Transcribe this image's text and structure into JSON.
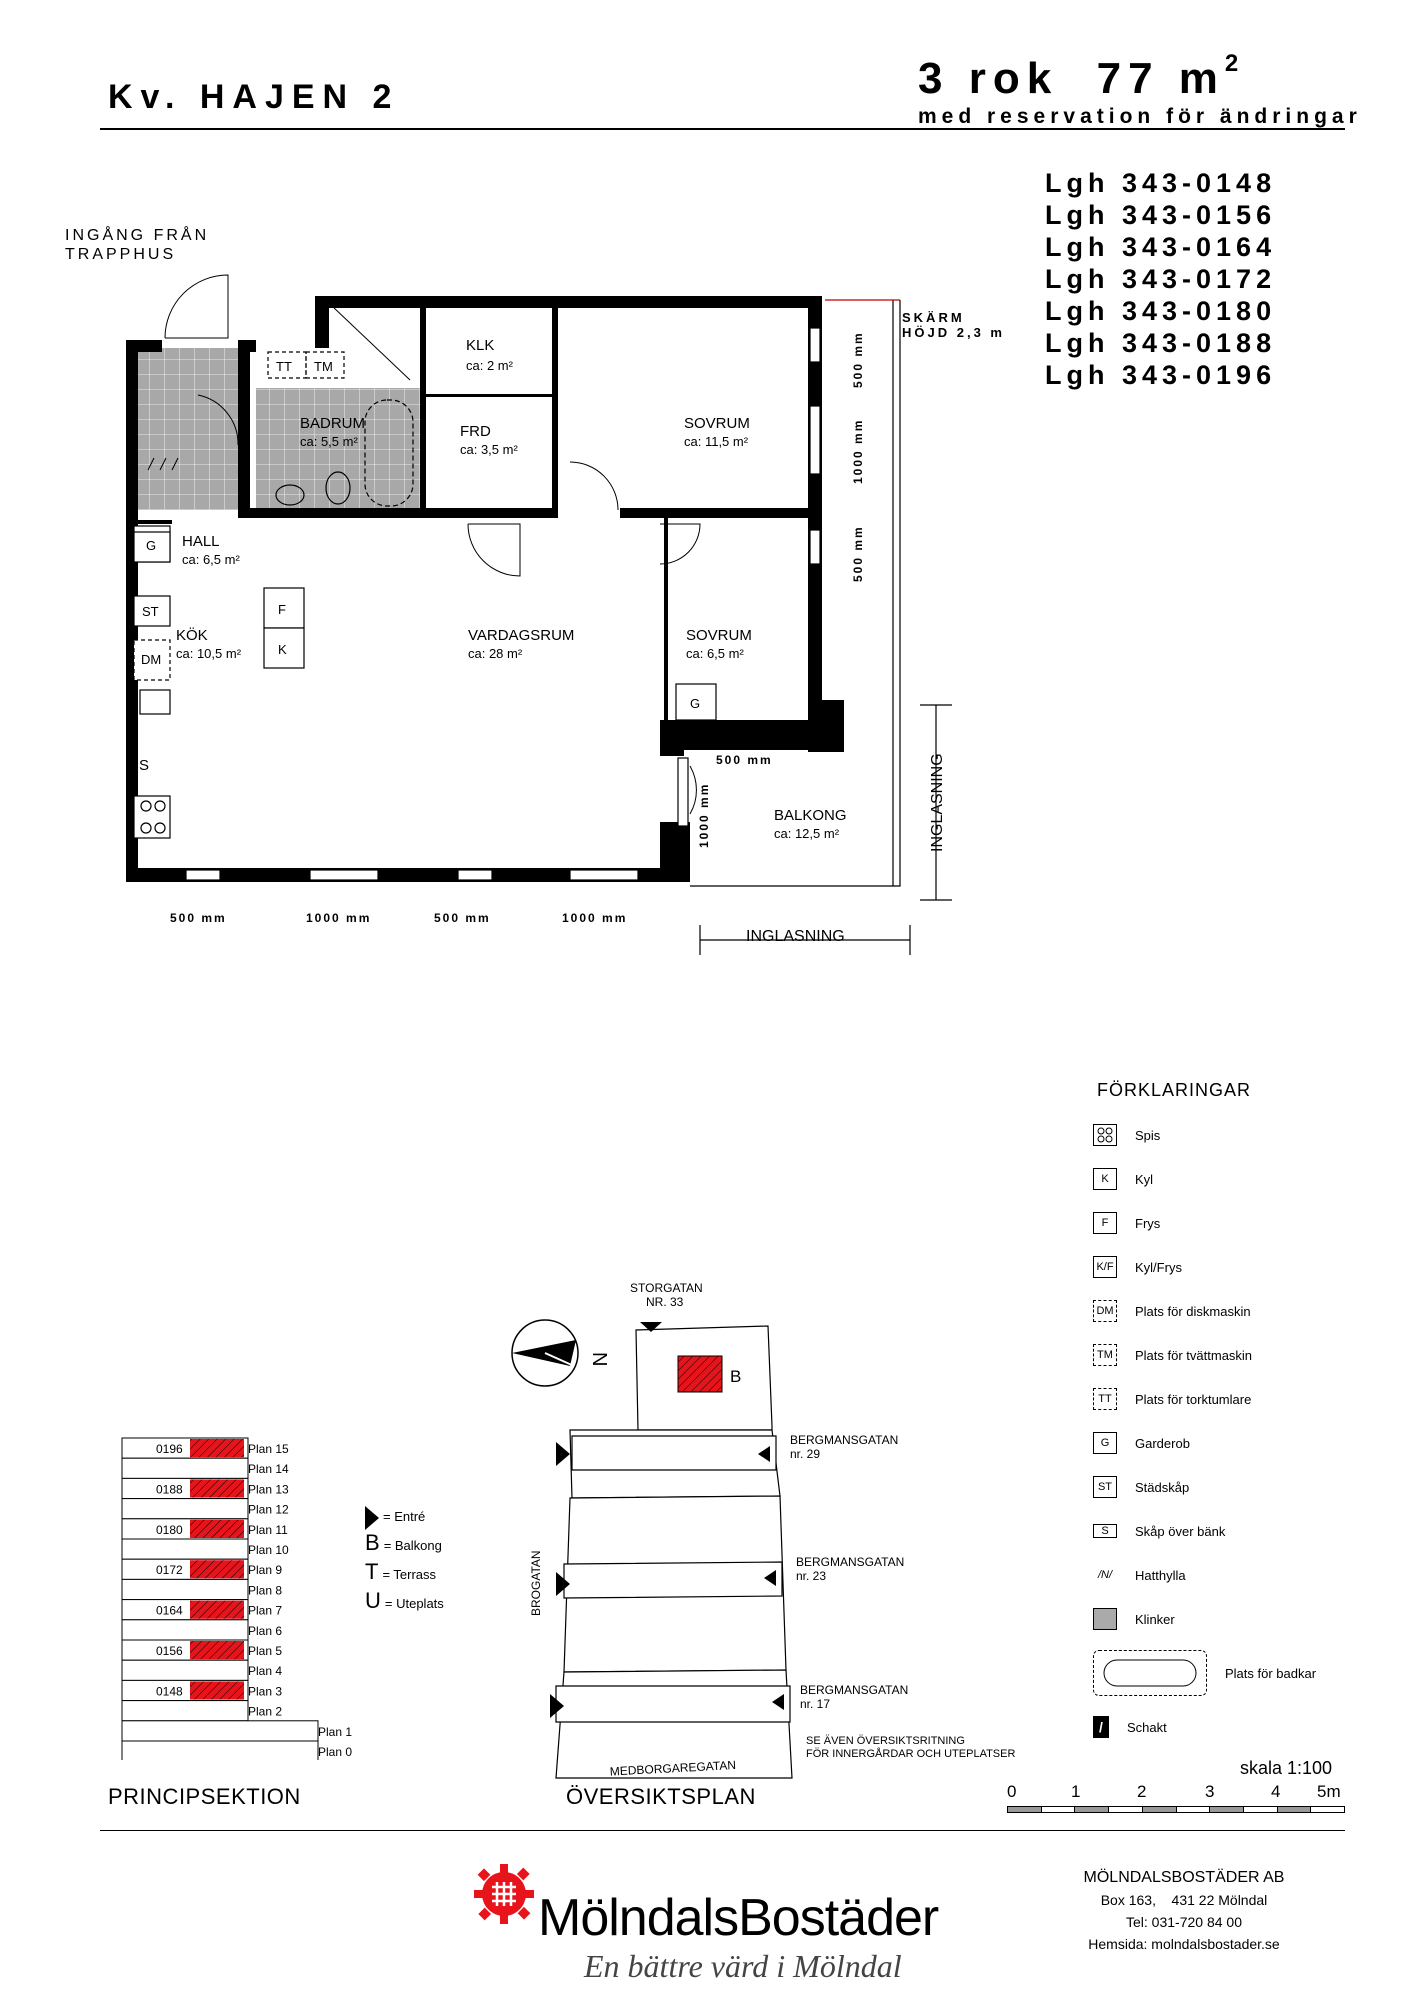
{
  "header": {
    "project": "Kv. HAJEN 2",
    "apartment_rooms": "3 rok",
    "apartment_area": "77 m",
    "area_sup": "2",
    "reservation": "med reservation för ändringar"
  },
  "apartment_numbers": [
    "Lgh 343-0148",
    "Lgh 343-0156",
    "Lgh 343-0164",
    "Lgh 343-0172",
    "Lgh 343-0180",
    "Lgh 343-0188",
    "Lgh 343-0196"
  ],
  "plan": {
    "entrance_note": "INGÅNG FRÅN\nTRAPPHUS",
    "screen_note": "SKÄRM\nHÖJD 2,3 m",
    "rooms": [
      {
        "name": "KLK",
        "area": "ca: 2 m²"
      },
      {
        "name": "BADRUM",
        "area": "ca: 5,5 m²"
      },
      {
        "name": "FRD",
        "area": "ca: 3,5 m²"
      },
      {
        "name": "SOVRUM",
        "area": "ca: 11,5 m²"
      },
      {
        "name": "HALL",
        "area": "ca: 6,5 m²"
      },
      {
        "name": "KÖK",
        "area": "ca: 10,5 m²"
      },
      {
        "name": "VARDAGSRUM",
        "area": "ca: 28 m²"
      },
      {
        "name": "SOVRUM",
        "area": "ca: 6,5 m²"
      },
      {
        "name": "BALKONG",
        "area": "ca: 12,5 m²"
      }
    ],
    "fixtures": {
      "tt": "TT",
      "tm": "TM",
      "g": "G",
      "st": "ST",
      "dm": "DM",
      "s": "S",
      "f": "F",
      "k": "K"
    },
    "dimensions": {
      "d500": "500 mm",
      "d1000": "1000 mm"
    },
    "glazing": "INGLASNING"
  },
  "section": {
    "title": "PRINCIPSEKTION",
    "floors": [
      {
        "plan": "Plan 15",
        "apt": "0196"
      },
      {
        "plan": "Plan 14",
        "apt": ""
      },
      {
        "plan": "Plan 13",
        "apt": "0188"
      },
      {
        "plan": "Plan 12",
        "apt": ""
      },
      {
        "plan": "Plan 11",
        "apt": "0180"
      },
      {
        "plan": "Plan 10",
        "apt": ""
      },
      {
        "plan": "Plan 9",
        "apt": "0172"
      },
      {
        "plan": "Plan 8",
        "apt": ""
      },
      {
        "plan": "Plan 7",
        "apt": "0164"
      },
      {
        "plan": "Plan 6",
        "apt": ""
      },
      {
        "plan": "Plan 5",
        "apt": "0156"
      },
      {
        "plan": "Plan 4",
        "apt": ""
      },
      {
        "plan": "Plan 3",
        "apt": "0148"
      },
      {
        "plan": "Plan 2",
        "apt": ""
      },
      {
        "plan": "Plan 1",
        "apt": ""
      },
      {
        "plan": "Plan 0",
        "apt": ""
      }
    ]
  },
  "site_plan": {
    "title": "ÖVERSIKTSPLAN",
    "north": "N",
    "key": [
      {
        "symbol": "",
        "label": "= Entré"
      },
      {
        "symbol": "B",
        "label": "= Balkong"
      },
      {
        "symbol": "T",
        "label": "= Terrass"
      },
      {
        "symbol": "U",
        "label": "= Uteplats"
      }
    ],
    "streets": {
      "storgatan": "STORGATAN",
      "storgatan_nr": "NR. 33",
      "bergmans": "BERGMANSGATAN",
      "nr29": "nr. 29",
      "nr23": "nr. 23",
      "nr17": "nr. 17",
      "brogatan": "BROGATAN",
      "medborgaregatan": "MEDBORGAREGATAN"
    },
    "balcony_marker": "B",
    "note_line1": "SE ÄVEN ÖVERSIKTSRITNING",
    "note_line2": "FÖR INNERGÅRDAR OCH UTEPLATSER"
  },
  "legend": {
    "title": "FÖRKLARINGAR",
    "items": [
      {
        "symbol": "",
        "label": "Spis"
      },
      {
        "symbol": "K",
        "label": "Kyl"
      },
      {
        "symbol": "F",
        "label": "Frys"
      },
      {
        "symbol": "K/F",
        "label": "Kyl/Frys"
      },
      {
        "symbol": "DM",
        "label": "Plats för diskmaskin"
      },
      {
        "symbol": "TM",
        "label": "Plats för tvättmaskin"
      },
      {
        "symbol": "TT",
        "label": "Plats för torktumlare"
      },
      {
        "symbol": "G",
        "label": "Garderob"
      },
      {
        "symbol": "ST",
        "label": "Städskåp"
      },
      {
        "symbol": "S",
        "label": "Skåp över bänk"
      },
      {
        "symbol": "/N/",
        "label": "Hatthylla"
      },
      {
        "symbol": "",
        "label": "Klinker"
      },
      {
        "symbol": "",
        "label": "Plats för badkar"
      },
      {
        "symbol": "",
        "label": "Schakt"
      }
    ]
  },
  "scale": {
    "label": "skala 1:100",
    "ticks": [
      "0",
      "1",
      "2",
      "3",
      "4",
      "5m"
    ]
  },
  "footer": {
    "logo": "MölndalsBostäder",
    "tagline": "En bättre värd i Mölndal",
    "company": "MÖLNDALSBOSTÄDER AB",
    "address": "Box 163,    431 22 Mölndal",
    "phone": "Tel: 031-720 84 00",
    "web": "Hemsida: molndalsbostader.se"
  },
  "colors": {
    "highlight": "#e8141b",
    "tile": "#a8a8a8",
    "wall": "#000000"
  }
}
